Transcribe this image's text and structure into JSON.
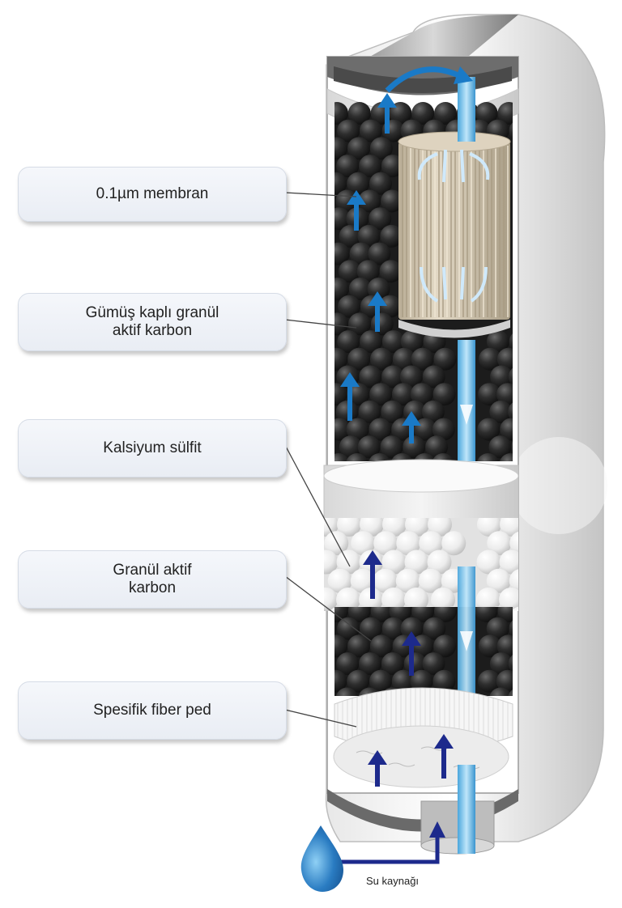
{
  "labels": [
    {
      "id": "membrane",
      "lines": [
        "0.1µm membran"
      ]
    },
    {
      "id": "silver-carbon",
      "lines": [
        "Gümüş kaplı granül",
        "aktif karbon"
      ]
    },
    {
      "id": "calcium-sulfite",
      "lines": [
        "Kalsiyum sülfit"
      ]
    },
    {
      "id": "granular-carbon",
      "lines": [
        "Granül aktif",
        "karbon"
      ]
    },
    {
      "id": "fiber-pad",
      "lines": [
        "Spesifik fiber ped"
      ]
    }
  ],
  "source_label": "Su kaynağı",
  "colors": {
    "flow_up_light": "#1a7ac7",
    "flow_up_dark": "#1d2a8c",
    "water_tube": "#7cc3ea",
    "carbon": "#2b2b2b",
    "sulfite": "#f0f0f0",
    "membrane": "#cfc3ad",
    "housing": "#e4e4e4",
    "drop": "#2a7cc2"
  },
  "icons": {
    "water_drop": "water-drop-icon",
    "arrows": "flow-arrow-icon"
  }
}
